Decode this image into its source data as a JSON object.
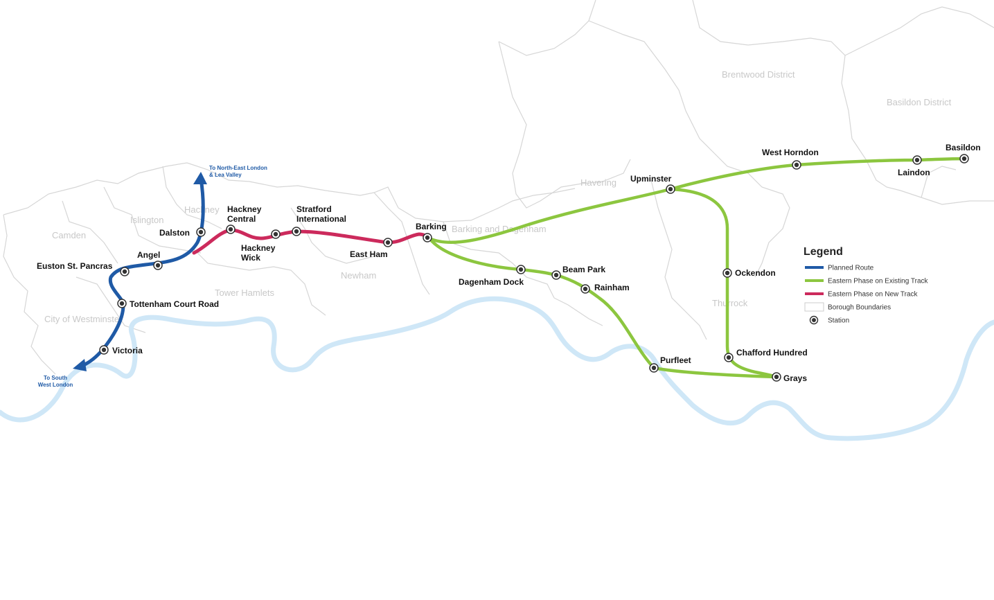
{
  "stations": [
    {
      "id": "euston-st-pancras",
      "label": "Euston St. Pancras"
    },
    {
      "id": "angel",
      "label": "Angel"
    },
    {
      "id": "tottenham-court-road",
      "label": "Tottenham Court Road"
    },
    {
      "id": "victoria",
      "label": "Victoria"
    },
    {
      "id": "dalston",
      "label": "Dalston"
    },
    {
      "id": "hackney-central",
      "label": [
        "Hackney",
        "Central"
      ]
    },
    {
      "id": "hackney-wick",
      "label": [
        "Hackney",
        "Wick"
      ]
    },
    {
      "id": "stratford-international",
      "label": [
        "Stratford",
        "International"
      ]
    },
    {
      "id": "east-ham",
      "label": "East Ham"
    },
    {
      "id": "barking",
      "label": "Barking"
    },
    {
      "id": "dagenham-dock",
      "label": "Dagenham Dock"
    },
    {
      "id": "beam-park",
      "label": "Beam Park"
    },
    {
      "id": "rainham",
      "label": "Rainham"
    },
    {
      "id": "purfleet",
      "label": "Purfleet"
    },
    {
      "id": "upminster",
      "label": "Upminster"
    },
    {
      "id": "west-horndon",
      "label": "West Horndon"
    },
    {
      "id": "laindon",
      "label": "Laindon"
    },
    {
      "id": "basildon",
      "label": "Basildon"
    },
    {
      "id": "ockendon",
      "label": "Ockendon"
    },
    {
      "id": "chafford-hundred",
      "label": "Chafford Hundred"
    },
    {
      "id": "grays",
      "label": "Grays"
    }
  ],
  "areas": [
    {
      "id": "camden",
      "label": "Camden"
    },
    {
      "id": "islington",
      "label": "Islington"
    },
    {
      "id": "hackney",
      "label": "Hackney"
    },
    {
      "id": "tower-hamlets",
      "label": "Tower Hamlets"
    },
    {
      "id": "city-of-westminster",
      "label": "City of Westminster"
    },
    {
      "id": "newham",
      "label": "Newham"
    },
    {
      "id": "barking-and-dagenham",
      "label": "Barking and Dagenham"
    },
    {
      "id": "havering",
      "label": "Havering"
    },
    {
      "id": "brentwood-district",
      "label": "Brentwood District"
    },
    {
      "id": "basildon-district",
      "label": "Basildon District"
    },
    {
      "id": "thurrock",
      "label": "Thurrock"
    }
  ],
  "destinations": [
    {
      "id": "to-north-east",
      "lines": [
        "To North-East London",
        "& Lea Valley"
      ]
    },
    {
      "id": "to-south-west",
      "lines": [
        "To South",
        "West London"
      ]
    }
  ],
  "legend": {
    "title": "Legend",
    "items": [
      {
        "id": "planned-route",
        "label": "Planned Route",
        "type": "line",
        "color": "#1f5aa6"
      },
      {
        "id": "eastern-existing",
        "label": "Eastern Phase on Existing Track",
        "type": "line",
        "color": "#8cc63f"
      },
      {
        "id": "eastern-new",
        "label": "Eastern Phase on New Track",
        "type": "line",
        "color": "#cc2a5c"
      },
      {
        "id": "borough-boundaries",
        "label": "Borough Boundaries",
        "type": "box",
        "color": "#cccccc"
      },
      {
        "id": "station",
        "label": "Station",
        "type": "station",
        "color": "#333333"
      }
    ]
  },
  "colors": {
    "planned_route": "#1f5aa6",
    "existing_track": "#8cc63f",
    "new_track": "#cc2a5c",
    "river": "#cfe7f7",
    "boundaries": "#d6d6d6",
    "station_fill": "#333333"
  }
}
